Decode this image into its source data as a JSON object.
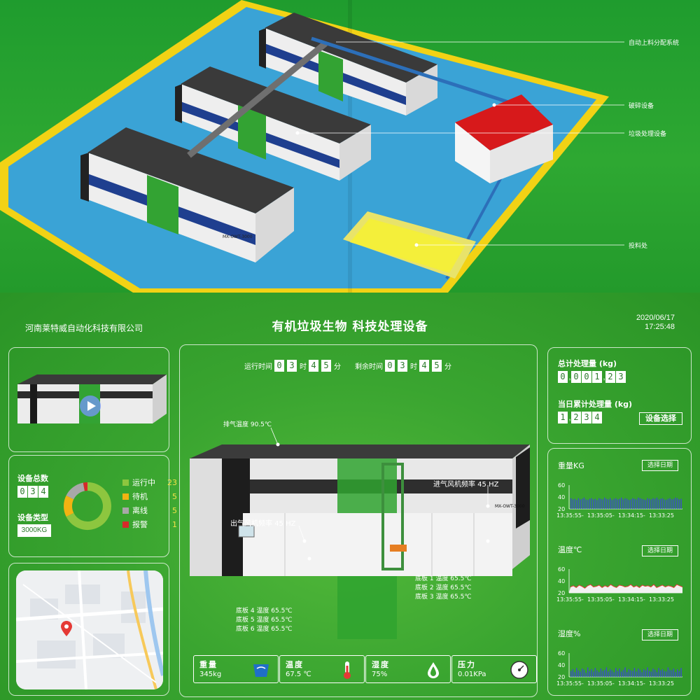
{
  "top_scene": {
    "callouts": {
      "feeding_system": "自动上料分配系统",
      "crusher": "破碎设备",
      "processor": "垃圾处理设备",
      "feeding_port": "投料处"
    },
    "machine_label": "MX-OWT-3000"
  },
  "header": {
    "company": "河南莱特威自动化科技有限公司",
    "title": "有机垃圾生物 科技处理设备",
    "date": "2020/06/17",
    "time": "17:25:48"
  },
  "equipment_stats": {
    "total_label": "设备总数",
    "total_digits": [
      "0",
      "3",
      "4"
    ],
    "type_label": "设备类型",
    "type_value": "3000KG",
    "legend": [
      {
        "label": "运行中",
        "count": "23",
        "color": "#8dc63f"
      },
      {
        "label": "待机",
        "count": "5",
        "color": "#f2b312"
      },
      {
        "label": "离线",
        "count": "5",
        "color": "#a8a8a8"
      },
      {
        "label": "报警",
        "count": "1",
        "color": "#d62a2a"
      }
    ]
  },
  "timers": {
    "run_label": "运行时间",
    "run_h": [
      "0",
      "3"
    ],
    "run_m": [
      "4",
      "5"
    ],
    "remain_label": "剩余时间",
    "remain_h": [
      "0",
      "3"
    ],
    "remain_m": [
      "4",
      "5"
    ],
    "hour_unit": "时",
    "minute_unit": "分"
  },
  "processing": {
    "total_label": "总计处理量 (kg)",
    "total_digits": [
      "0",
      ",",
      "0",
      "0",
      "1",
      ",",
      "2",
      "3"
    ],
    "daily_label": "当日累计处理量 (kg)",
    "daily_digits": [
      "1",
      ",",
      "2",
      "3",
      "4"
    ],
    "select_device": "设备选择"
  },
  "machine_annotations": {
    "exhaust_temp": "排气温度 90.5℃",
    "inlet_fan": "进气风机频率 45 HZ",
    "outlet_fan": "出气风机频率 45 HZ",
    "plate_right": [
      "底板 1 温度 65.5℃",
      "底板 2 温度 65.5℃",
      "底板 3 温度 65.5℃"
    ],
    "plate_left": [
      "底板 4 温度 65.5℃",
      "底板 5 温度 65.5℃",
      "底板 6 温度 65.5℃"
    ],
    "machine_label": "MX-OWT-3000"
  },
  "metrics": [
    {
      "title": "重量",
      "value": "345kg",
      "icon": "scale-icon"
    },
    {
      "title": "温度",
      "value": "67.5 ℃",
      "icon": "thermometer-icon"
    },
    {
      "title": "湿度",
      "value": "75%",
      "icon": "droplet-icon"
    },
    {
      "title": "压力",
      "value": "0.01KPa",
      "icon": "gauge-icon"
    }
  ],
  "chart_data": [
    {
      "type": "bar",
      "title": "重量KG",
      "select_label": "选择日期",
      "ylim": [
        20,
        60
      ],
      "yticks": [
        "60",
        "40",
        "20"
      ],
      "xticks": [
        "13:35:55",
        "13:35:05",
        "13:34:15",
        "13:33:25"
      ],
      "values": [
        38,
        36,
        37,
        35,
        38,
        36,
        37,
        39,
        36,
        35,
        37,
        38,
        36,
        37,
        35,
        38,
        37,
        36,
        39,
        37,
        36,
        38,
        35,
        37,
        38,
        36,
        37,
        39,
        36,
        38,
        37,
        35,
        36,
        38,
        37,
        36,
        39,
        38,
        37,
        36,
        35,
        38,
        37,
        36,
        38,
        37,
        39,
        36,
        37,
        38,
        36,
        35,
        37,
        38,
        36,
        37,
        39,
        38,
        36,
        37
      ]
    },
    {
      "type": "area",
      "title": "温度℃",
      "select_label": "选择日期",
      "ylim": [
        20,
        60
      ],
      "yticks": [
        "60",
        "40",
        "20"
      ],
      "xticks": [
        "13:35:55",
        "13:35:05",
        "13:34:15",
        "13:33:25"
      ],
      "values": [
        30,
        32,
        29,
        33,
        31,
        28,
        32,
        34,
        30,
        31,
        33,
        29,
        32,
        30,
        34,
        31,
        29,
        33,
        32,
        30,
        31,
        34,
        30,
        32,
        29,
        33,
        31,
        32,
        30,
        34,
        29,
        31,
        33,
        30,
        32,
        31,
        29,
        34,
        32,
        30
      ]
    },
    {
      "type": "bar",
      "title": "湿度%",
      "select_label": "选择日期",
      "ylim": [
        20,
        60
      ],
      "yticks": [
        "60",
        "40",
        "20"
      ],
      "xticks": [
        "13:35:55",
        "13:35:05",
        "13:34:15",
        "13:33:25"
      ],
      "values": [
        30,
        33,
        28,
        35,
        31,
        29,
        34,
        32,
        27,
        36,
        30,
        33,
        29,
        35,
        31,
        28,
        34,
        30,
        32,
        36,
        29,
        33,
        31,
        28,
        35,
        30,
        34,
        29,
        32,
        36,
        28,
        33,
        31,
        30,
        35,
        29,
        34,
        32,
        28,
        33,
        31,
        36,
        30,
        29,
        34,
        32,
        28,
        35,
        31,
        33,
        30,
        29,
        36,
        32,
        31,
        34,
        28,
        33,
        30,
        35
      ]
    }
  ]
}
